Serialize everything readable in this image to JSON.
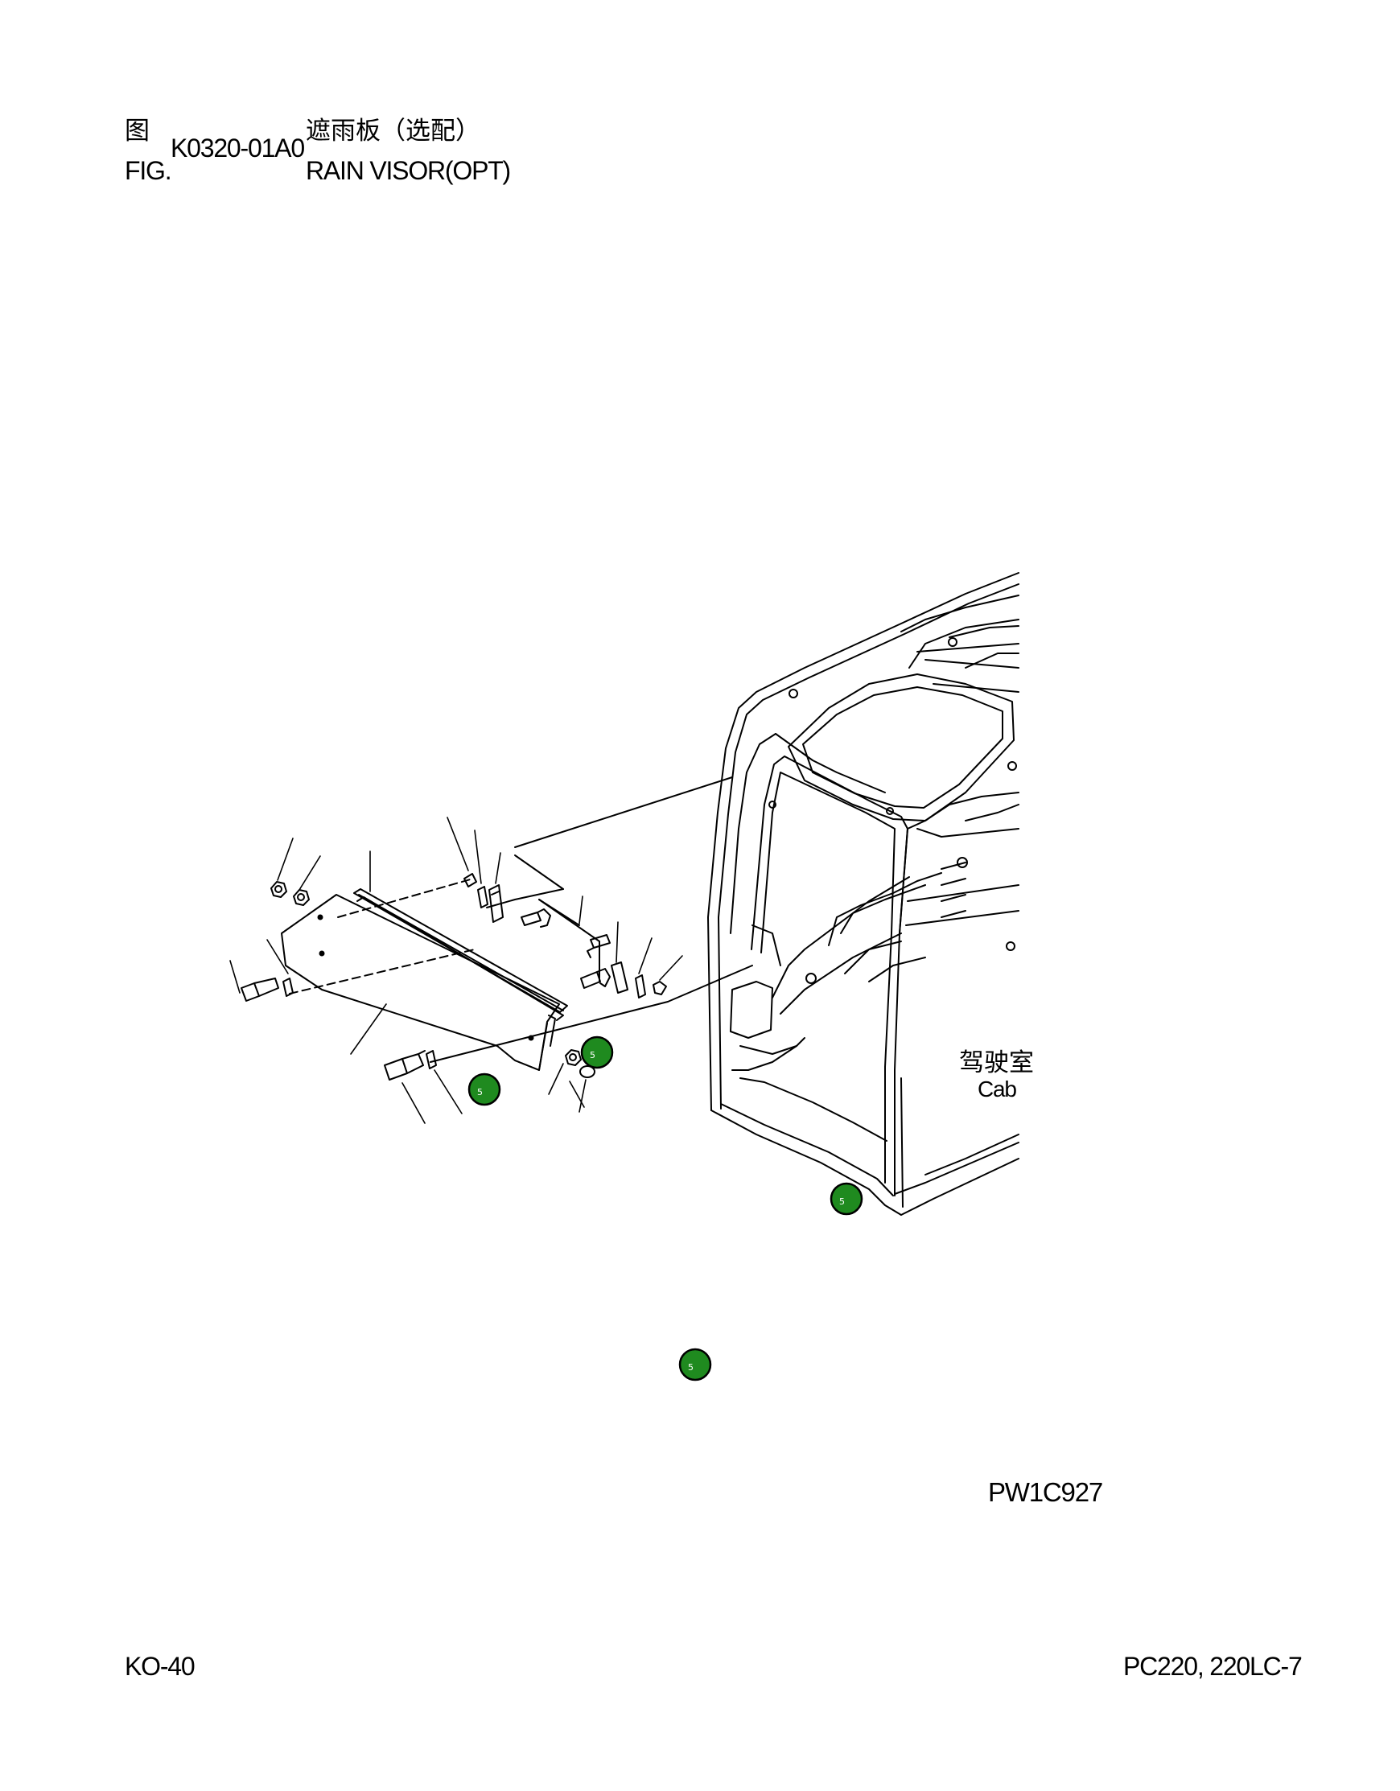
{
  "header": {
    "fig_label_cn": "图",
    "fig_label_en": "FIG.",
    "fig_code": "K0320-01A0",
    "title_cn": "遮雨板（选配）",
    "title_en": "RAIN VISOR(OPT)"
  },
  "diagram": {
    "cab_label_cn": "驾驶室",
    "cab_label_en": "Cab",
    "drawing_id": "PW1C927",
    "marker_color": "#1f8a1f",
    "markers": [
      {
        "label": "5"
      },
      {
        "label": "5"
      },
      {
        "label": "5"
      },
      {
        "label": "5"
      }
    ]
  },
  "footer": {
    "page_number": "KO-40",
    "model": "PC220, 220LC-7"
  }
}
